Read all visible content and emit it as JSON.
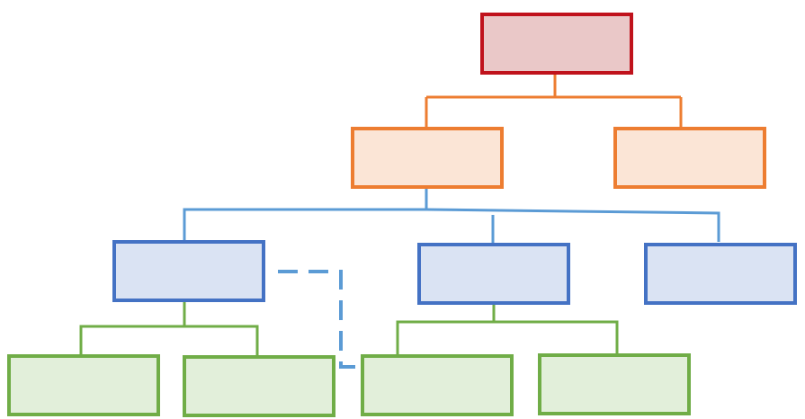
{
  "diagram": {
    "levels": [
      {
        "level": 1,
        "count": 1,
        "stroke": "#c0121c",
        "fill": "#eac8c8"
      },
      {
        "level": 2,
        "count": 2,
        "stroke": "#ed7d31",
        "fill": "#fbe5d6"
      },
      {
        "level": 3,
        "count": 3,
        "stroke": "#4472c4",
        "fill": "#dae3f3"
      },
      {
        "level": 4,
        "count": 4,
        "stroke": "#70ad47",
        "fill": "#e2efda"
      }
    ],
    "connector_colors": {
      "level2": "#ed7d31",
      "level3": "#5b9bd5",
      "level4": "#70ad47",
      "dashed_link": "#5b9bd5"
    }
  }
}
